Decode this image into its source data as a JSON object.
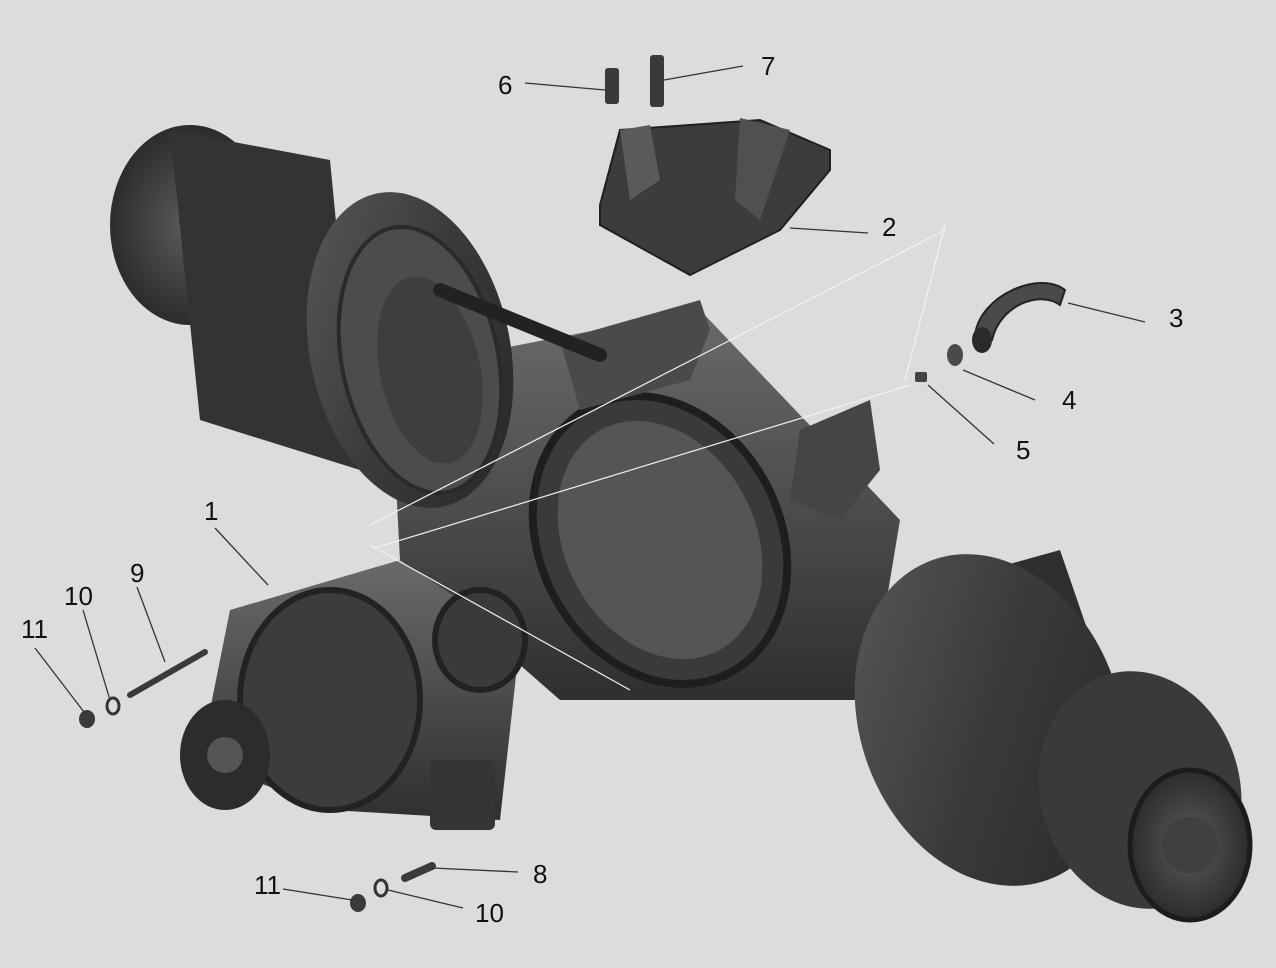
{
  "colors": {
    "background": "#dcdcdc",
    "part_dark": "#2e2e2e",
    "part_mid": "#4a4a4a",
    "part_light": "#7a7a7a",
    "highlight": "#9a9a9a",
    "leader": "#333333"
  },
  "callouts": [
    {
      "id": "1",
      "label": "1"
    },
    {
      "id": "2",
      "label": "2"
    },
    {
      "id": "3",
      "label": "3"
    },
    {
      "id": "4",
      "label": "4"
    },
    {
      "id": "5",
      "label": "5"
    },
    {
      "id": "6",
      "label": "6"
    },
    {
      "id": "7",
      "label": "7"
    },
    {
      "id": "8",
      "label": "8"
    },
    {
      "id": "9",
      "label": "9"
    },
    {
      "id": "10a",
      "label": "10"
    },
    {
      "id": "10b",
      "label": "10"
    },
    {
      "id": "11a",
      "label": "11"
    },
    {
      "id": "11b",
      "label": "11"
    }
  ]
}
